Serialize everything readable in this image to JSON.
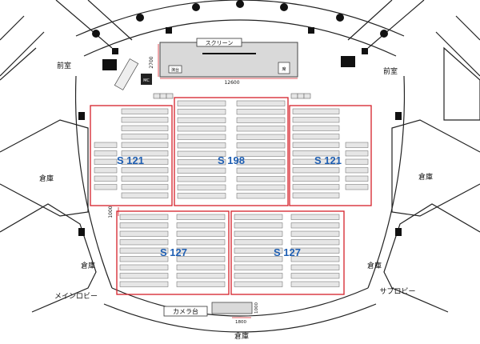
{
  "labels": {
    "screen": "スクリーン",
    "dim_height_stage": "2700",
    "dim_width_stage": "12600",
    "dim_aisle": "1000",
    "dim_camera_w": "1800",
    "dim_camera_h": "1000",
    "room_left_top": "前室",
    "room_right_top": "前室",
    "storage_left": "倉庫",
    "storage_right": "倉庫",
    "storage_left_low": "倉庫",
    "storage_right_low": "倉庫",
    "storage_bottom": "倉庫",
    "main_lobby": "メインロビー",
    "sub_lobby": "サブロビー",
    "camera_stand": "カメラ台",
    "podium_left": "演台",
    "podium_right": "席",
    "mc": "MC"
  },
  "sections": {
    "front_left": "S 121",
    "front_center": "S 198",
    "front_right": "S 121",
    "rear_left": "S 127",
    "rear_right": "S 127"
  },
  "colors": {
    "block_border": "#d6202a",
    "section_label": "#1f5fb3",
    "seat_fill": "#e6e6e6",
    "seat_stroke": "#666666",
    "stage_fill": "#d9d9d9"
  }
}
